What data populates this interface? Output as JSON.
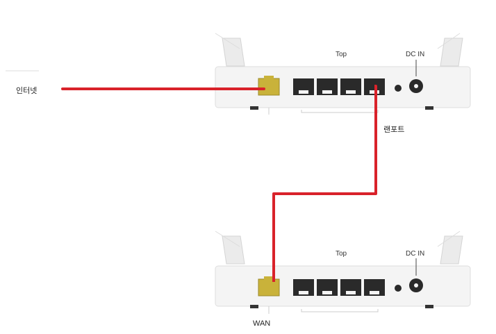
{
  "labels": {
    "internet": "인터넷",
    "lan_port": "랜포트",
    "wan": "WAN"
  },
  "routers": [
    {
      "top_label": "Top",
      "dc_label": "DC IN"
    },
    {
      "top_label": "Top",
      "dc_label": "DC IN"
    }
  ],
  "colors": {
    "cable": "#d9222a",
    "wan_port": "#c9b23a",
    "lan_port": "#2a2a2a",
    "router_body": "#f4f4f4"
  }
}
